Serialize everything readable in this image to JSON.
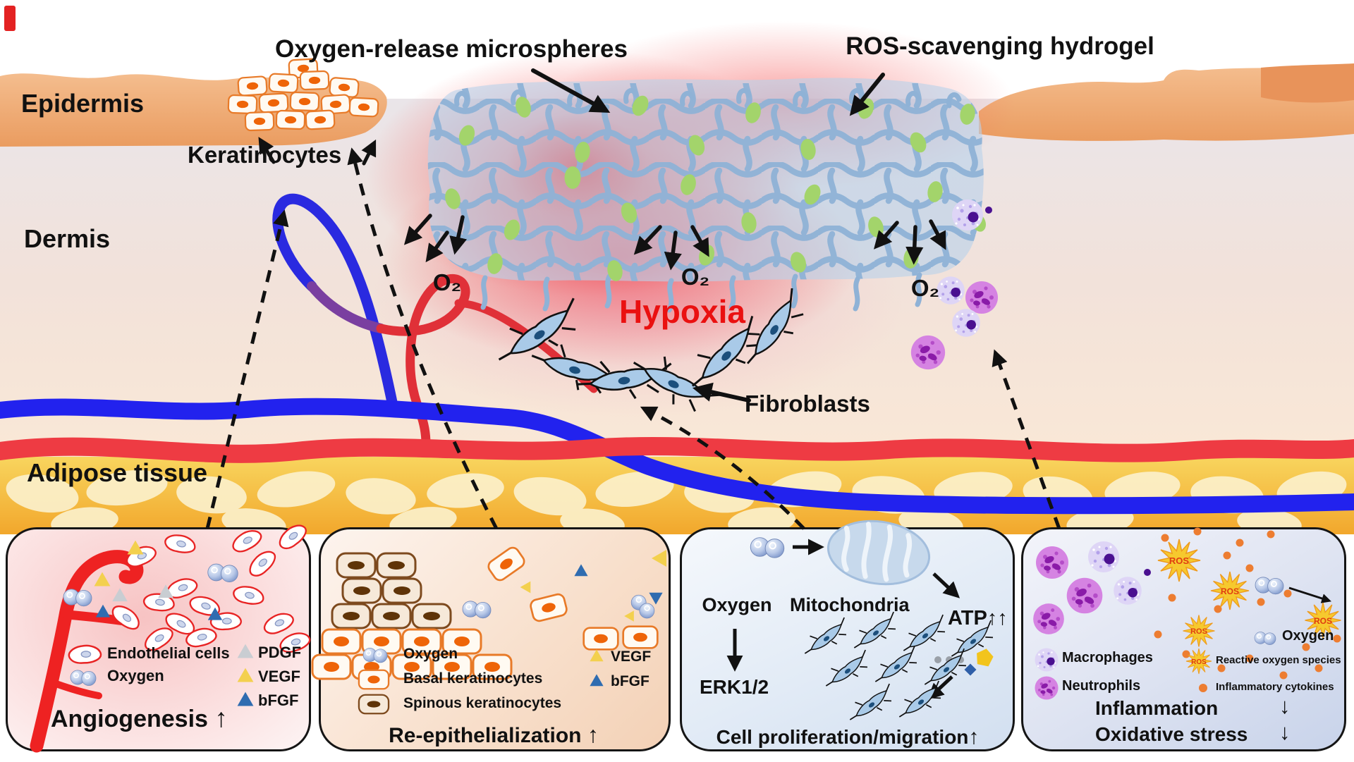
{
  "scene": {
    "region_labels": {
      "epidermis": "Epidermis",
      "dermis": "Dermis",
      "adipose": "Adipose tissue"
    },
    "annotations": {
      "microspheres": "Oxygen-release microspheres",
      "hydrogel": "ROS-scavenging hydrogel",
      "keratinocytes": "Keratinocytes",
      "hypoxia": "Hypoxia",
      "fibroblasts": "Fibroblasts",
      "o2": "O₂"
    }
  },
  "panels": {
    "angiogenesis": {
      "title": "Angiogenesis",
      "arrow": "↑",
      "legend": {
        "endothelial": "Endothelial cells",
        "oxygen": "Oxygen",
        "pdgf": "PDGF",
        "vegf": "VEGF",
        "bfgf": "bFGF"
      }
    },
    "reepithelialization": {
      "title": "Re-epithelialization",
      "arrow": "↑",
      "legend": {
        "oxygen": "Oxygen",
        "basal": "Basal keratinocytes",
        "spinous": "Spinous keratinocytes",
        "vegf": "VEGF",
        "bfgf": "bFGF"
      }
    },
    "proliferation": {
      "title": "Cell proliferation/migration",
      "arrow": "↑",
      "labels": {
        "oxygen": "Oxygen",
        "mitochondria": "Mitochondria",
        "atp": "ATP",
        "atp_arrows": "↑↑",
        "erk": "ERK1/2"
      }
    },
    "inflammation": {
      "legend": {
        "macrophages": "Macrophages",
        "neutrophils": "Neutrophils",
        "oxygen": "Oxygen",
        "ros": "Reactive oxygen species",
        "cytokines": "Inflammatory cytokines"
      },
      "lines": [
        {
          "text": "Inflammation",
          "arrow": "↓"
        },
        {
          "text": "Oxidative stress",
          "arrow": "↓"
        }
      ],
      "ros_badge": "ROS"
    }
  },
  "colors": {
    "hypoxia_text": "#ea1010",
    "vessel_red": "#ee3b43",
    "vessel_blue": "#2222ee",
    "mesh_strand": "#8fb2d6",
    "microsphere": "#a3d46b",
    "epidermis": "#f0a86e",
    "adipose": "#f5b93c",
    "ros_star": "#f6c92e",
    "neutrophil": "#c95fd8",
    "macrophage": "#ded5f6"
  }
}
